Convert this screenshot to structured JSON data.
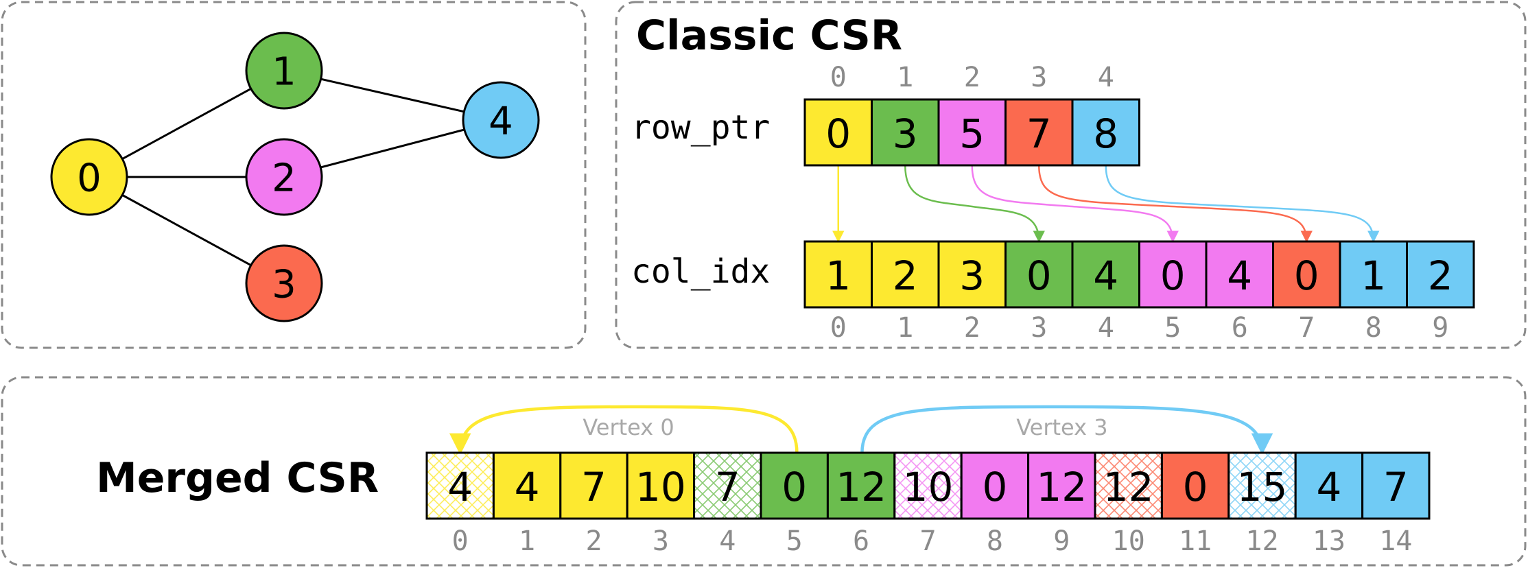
{
  "colors": {
    "yellow": "#FDE930",
    "green": "#6BBD4E",
    "magenta": "#F27AF0",
    "red": "#FB6A4F",
    "blue": "#70CBF5",
    "panel_border": "#8a8a8a"
  },
  "graph": {
    "nodes": [
      {
        "label": "0",
        "color": "yellow"
      },
      {
        "label": "1",
        "color": "green"
      },
      {
        "label": "2",
        "color": "magenta"
      },
      {
        "label": "3",
        "color": "red"
      },
      {
        "label": "4",
        "color": "blue"
      }
    ],
    "edges": [
      [
        0,
        1
      ],
      [
        0,
        2
      ],
      [
        0,
        3
      ],
      [
        1,
        4
      ],
      [
        2,
        4
      ]
    ]
  },
  "classic": {
    "title": "Classic CSR",
    "row_ptr": {
      "label": "row_ptr",
      "values": [
        "0",
        "3",
        "5",
        "7",
        "8"
      ],
      "colors": [
        "yellow",
        "green",
        "magenta",
        "red",
        "blue"
      ],
      "indices": [
        "0",
        "1",
        "2",
        "3",
        "4"
      ]
    },
    "col_idx": {
      "label": "col_idx",
      "values": [
        "1",
        "2",
        "3",
        "0",
        "4",
        "0",
        "4",
        "0",
        "1",
        "2"
      ],
      "colors": [
        "yellow",
        "yellow",
        "yellow",
        "green",
        "green",
        "magenta",
        "magenta",
        "red",
        "blue",
        "blue"
      ],
      "indices": [
        "0",
        "1",
        "2",
        "3",
        "4",
        "5",
        "6",
        "7",
        "8",
        "9"
      ]
    },
    "pointers": [
      {
        "from": 0,
        "to": 0,
        "color": "yellow"
      },
      {
        "from": 1,
        "to": 3,
        "color": "green"
      },
      {
        "from": 2,
        "to": 5,
        "color": "magenta"
      },
      {
        "from": 3,
        "to": 7,
        "color": "red"
      },
      {
        "from": 4,
        "to": 8,
        "color": "blue"
      }
    ]
  },
  "merged": {
    "title": "Merged CSR",
    "values": [
      "4",
      "4",
      "7",
      "10",
      "7",
      "0",
      "12",
      "10",
      "0",
      "12",
      "12",
      "0",
      "15",
      "4",
      "7"
    ],
    "colors": [
      "yellow",
      "yellow",
      "yellow",
      "yellow",
      "green",
      "green",
      "green",
      "magenta",
      "magenta",
      "magenta",
      "red",
      "red",
      "blue",
      "blue",
      "blue"
    ],
    "hatched": [
      true,
      false,
      false,
      false,
      true,
      false,
      false,
      true,
      false,
      false,
      true,
      false,
      true,
      false,
      false
    ],
    "indices": [
      "0",
      "1",
      "2",
      "3",
      "4",
      "5",
      "6",
      "7",
      "8",
      "9",
      "10",
      "11",
      "12",
      "13",
      "14"
    ],
    "links": [
      {
        "label": "Vertex 0",
        "from": 5,
        "to": 0,
        "color": "yellow"
      },
      {
        "label": "Vertex 3",
        "from": 6,
        "to": 12,
        "color": "blue"
      }
    ]
  }
}
